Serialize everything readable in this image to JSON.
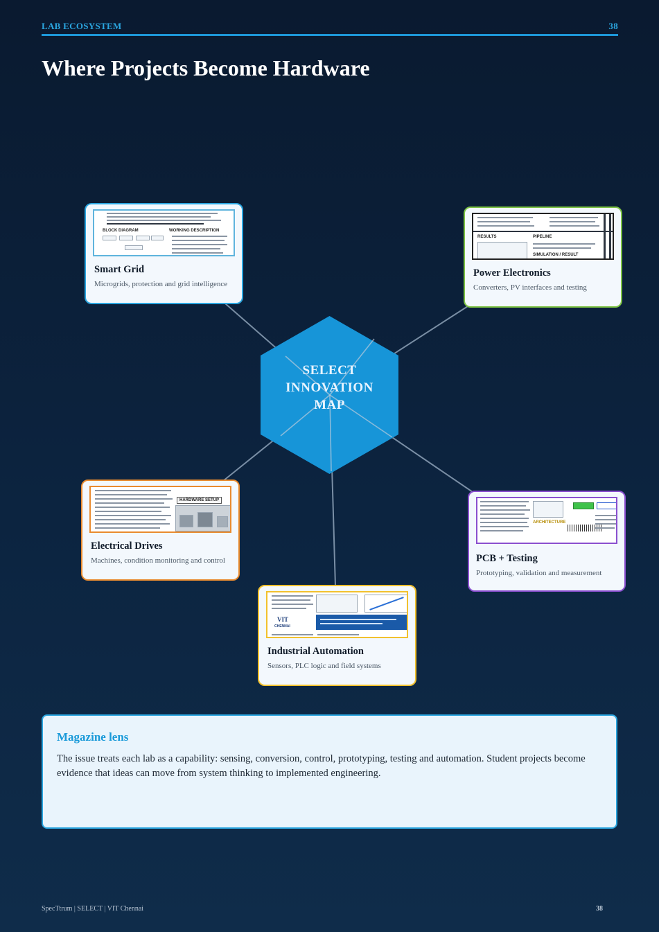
{
  "header": {
    "section": "LAB ECOSYSTEM",
    "page_number": "38"
  },
  "page_title": "Where Projects Become Hardware",
  "center": {
    "line1": "SELECT",
    "line2": "INNOVATION",
    "line3": "MAP"
  },
  "cards": [
    {
      "title": "Smart Grid",
      "description": "Microgrids, protection and grid intelligence",
      "accent": "#2ba6e0"
    },
    {
      "title": "Power Electronics",
      "description": "Converters, PV interfaces and testing",
      "accent": "#7cc243"
    },
    {
      "title": "Electrical Drives",
      "description": "Machines, condition monitoring and control",
      "accent": "#e98b2f"
    },
    {
      "title": "PCB + Testing",
      "description": "Prototyping, validation and measurement",
      "accent": "#8a4fcf"
    },
    {
      "title": "Industrial Automation",
      "description": "Sensors, PLC logic and field systems",
      "accent": "#f2c12e"
    }
  ],
  "thumbnails": {
    "smart_grid": {
      "block_diagram": "BLOCK DIAGRAM",
      "working": "WORKING DESCRIPTION"
    },
    "power_electronics": {
      "results": "RESULTS",
      "pipeline": "PIPELINE",
      "simulation": "SIMULATION / RESULT"
    },
    "electrical_drives": {
      "hardware": "HARDWARE SETUP"
    },
    "pcb_testing": {
      "architecture": "ARCHITECTURE"
    },
    "industrial_automation": {
      "logo": "VIT",
      "logo_sub": "CHENNAI"
    }
  },
  "lens": {
    "title": "Magazine lens",
    "body": "The issue treats each lab as a capability: sensing, conversion, control, prototyping, testing and automation. Student projects become evidence that ideas can move from system thinking to implemented engineering."
  },
  "footer": {
    "left": "SpecTtrum | SELECT | VIT Chennai",
    "page_number": "38"
  },
  "colors": {
    "background": "#0c2440",
    "accent_blue": "#1d97d8",
    "hexagon": "#1795d8"
  }
}
